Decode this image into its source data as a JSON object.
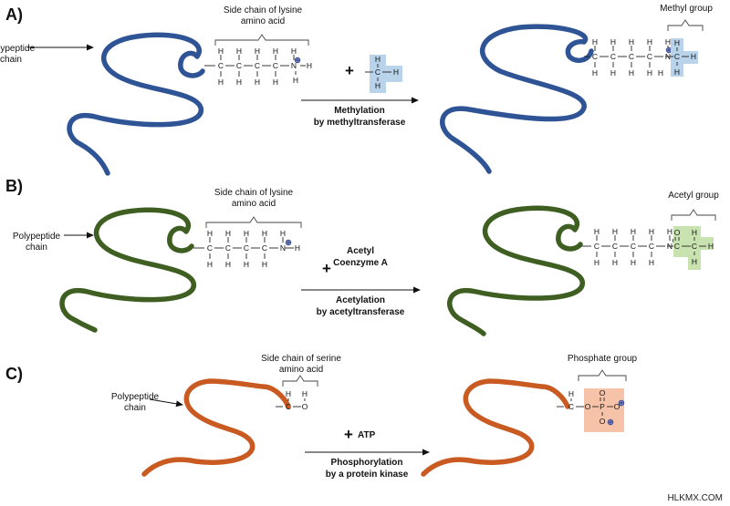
{
  "panel_a": {
    "label": "A)",
    "polypeptide": "Polypeptide\nchain",
    "side_chain": "Side chain of lysine\namino acid",
    "group_label": "Methyl group",
    "reaction": "Methylation\nby methyltransferase",
    "reagent_plus": "+",
    "chain_color": "#2f5496",
    "highlight_color": "#b9d3ea"
  },
  "panel_b": {
    "label": "B)",
    "polypeptide": "Polypeptide\nchain",
    "side_chain": "Side chain of lysine\namino acid",
    "group_label": "Acetyl group",
    "reagent_plus": "+",
    "reagent": "Acetyl\nCoenzyme A",
    "reaction": "Acetylation\nby acetyltransferase",
    "chain_color": "#3f5f22",
    "highlight_color": "#c8e3b0"
  },
  "panel_c": {
    "label": "C)",
    "polypeptide": "Polypeptide\nchain",
    "side_chain": "Side chain of serine\namino acid",
    "group_label": "Phosphate group",
    "reagent_plus": "+",
    "reagent": "ATP",
    "reaction": "Phosphorylation\nby a protein kinase",
    "chain_color": "#c85a22",
    "highlight_color": "#f6c3a8"
  },
  "atoms": {
    "C": "C",
    "H": "H",
    "N": "N",
    "O": "O",
    "P": "P"
  },
  "watermark": "HLKMX.COM"
}
